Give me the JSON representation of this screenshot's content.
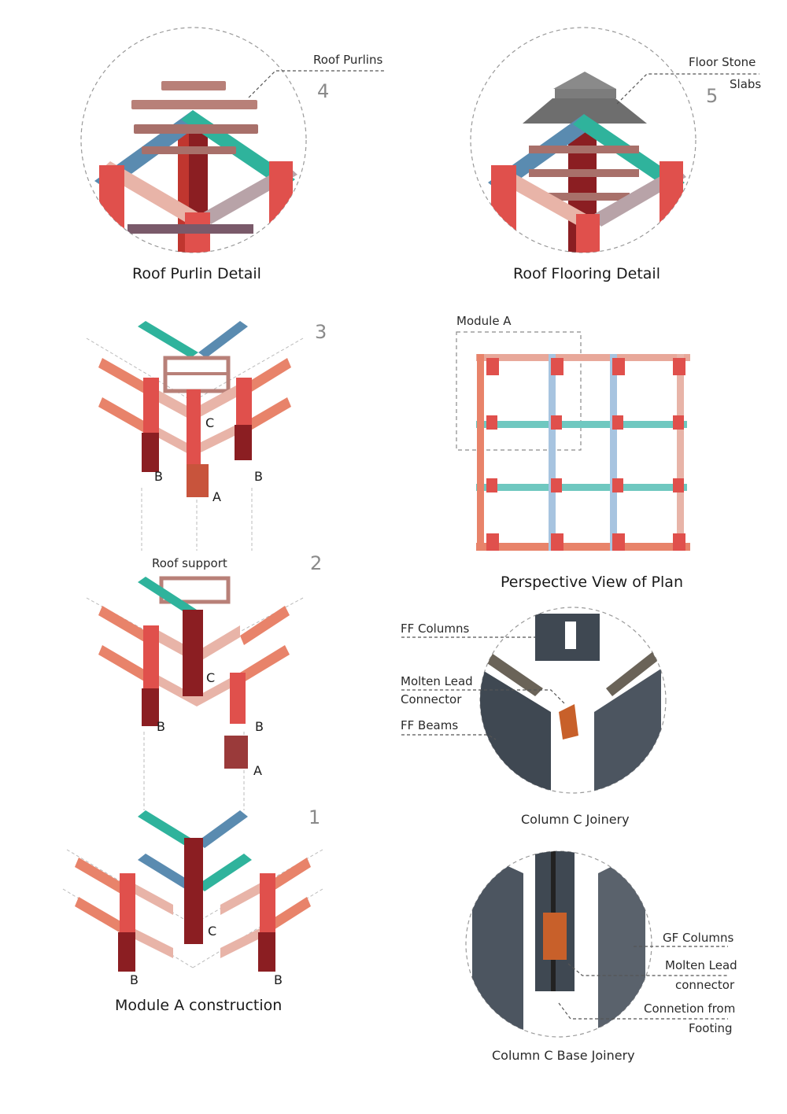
{
  "colors": {
    "column_red": "#e0504c",
    "column_dark": "#8b1e22",
    "beam_teal": "#2fb39c",
    "beam_blue": "#5a8bb0",
    "beam_pink": "#e8b4a8",
    "beam_salmon": "#e8836a",
    "purlin": "#b88078",
    "stone": "#7c7c7c",
    "granite": "#3f4852",
    "lead": "#c8602a"
  },
  "details": {
    "roof_purlin": {
      "caption": "Roof Purlin Detail",
      "callout": "Roof Purlins",
      "step": "4"
    },
    "roof_flooring": {
      "caption": "Roof Flooring Detail",
      "callout_line1": "Floor Stone",
      "callout_line2": "Slabs",
      "step": "5"
    },
    "plan": {
      "caption": "Perspective View of Plan",
      "module_label": "Module A"
    },
    "column_c_joinery": {
      "caption": "Column C Joinery",
      "labels": [
        "FF Columns",
        "Molten Lead",
        "Connector",
        "FF Beams"
      ]
    },
    "column_c_base": {
      "caption": "Column C Base Joinery",
      "labels": [
        "GF Columns",
        "Molten Lead",
        "connector",
        "Connetion from",
        "Footing"
      ]
    }
  },
  "construction": {
    "caption": "Module A construction",
    "step3": {
      "step": "3",
      "letters": [
        "C",
        "B",
        "B",
        "A"
      ]
    },
    "step2": {
      "step": "2",
      "title": "Roof support",
      "letters": [
        "C",
        "B",
        "B",
        "A"
      ]
    },
    "step1": {
      "step": "1",
      "letters": [
        "C",
        "B",
        "B"
      ]
    }
  }
}
